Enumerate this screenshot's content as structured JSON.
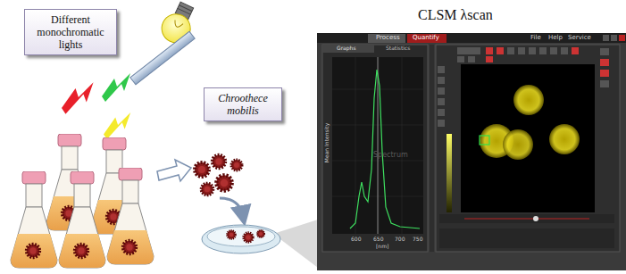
{
  "diagram": {
    "title": "CLSM λscan",
    "nodes": [
      {
        "text": [
          "Different monochromatic lights"
        ]
      },
      {
        "text": [
          "Chroothece mobilis"
        ]
      }
    ],
    "labels": [
      "Process",
      "Quantify",
      "File",
      "Help",
      "Service",
      "Graphs",
      "Statistics",
      "Spectrum",
      "600",
      "650",
      "700",
      "750",
      "[nm]",
      "Mean Intensity"
    ]
  }
}
